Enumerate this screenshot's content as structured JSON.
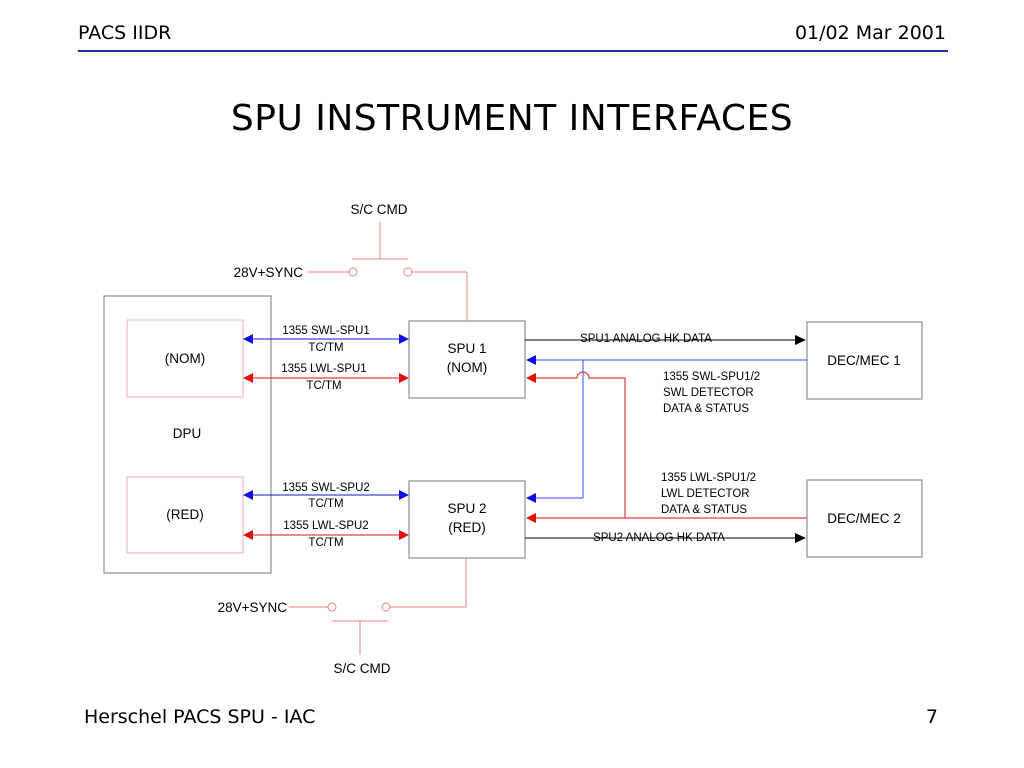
{
  "header": {
    "left": "PACS IIDR",
    "right": "01/02 Mar 2001"
  },
  "title": "SPU INSTRUMENT INTERFACES",
  "footer": {
    "left": "Herschel PACS SPU - IAC",
    "page": "7"
  },
  "diagram": {
    "sc_cmd_top": "S/C CMD",
    "sync_top": "28V+SYNC",
    "sc_cmd_bottom": "S/C CMD",
    "sync_bottom": "28V+SYNC",
    "dpu": {
      "label": "DPU",
      "nom": "(NOM)",
      "red": "(RED)"
    },
    "spu1": {
      "line1": "SPU 1",
      "line2": "(NOM)"
    },
    "spu2": {
      "line1": "SPU 2",
      "line2": "(RED)"
    },
    "decmec1": "DEC/MEC 1",
    "decmec2": "DEC/MEC 2",
    "links": {
      "swl_spu1": [
        "1355 SWL-SPU1",
        "TC/TM"
      ],
      "lwl_spu1": [
        "1355 LWL-SPU1",
        "TC/TM"
      ],
      "swl_spu2": [
        "1355 SWL-SPU2",
        "TC/TM"
      ],
      "lwl_spu2": [
        "1355 LWL-SPU2",
        "TC/TM"
      ],
      "spu1_hk": "SPU1 ANALOG HK DATA",
      "spu2_hk": "SPU2 ANALOG HK DATA",
      "swl_det": [
        "1355 SWL-SPU1/2",
        "SWL DETECTOR",
        "DATA & STATUS"
      ],
      "lwl_det": [
        "1355 LWL-SPU1/2",
        "LWL DETECTOR",
        "DATA & STATUS"
      ]
    },
    "colors": {
      "swl": "#1010e0",
      "lwl": "#e01010",
      "box": "#777777",
      "power": "#e88080",
      "hk": "#000000"
    }
  }
}
